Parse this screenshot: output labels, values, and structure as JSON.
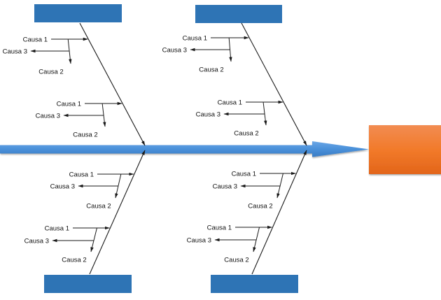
{
  "diagram": {
    "type": "fishbone",
    "colors": {
      "category_box": "#2e74b5",
      "spine": "#4a90d9",
      "effect_box_top": "#f28a4a",
      "effect_box_bottom": "#e8681c",
      "lines": "#1a1a1a"
    },
    "effect": {
      "label": ""
    },
    "categories": [
      {
        "id": "top-left",
        "label": "",
        "groups": [
          {
            "cause1": "Causa 1",
            "cause2": "Causa 2",
            "cause3": "Causa 3"
          },
          {
            "cause1": "Causa 1",
            "cause2": "Causa 2",
            "cause3": "Causa 3"
          }
        ]
      },
      {
        "id": "top-right",
        "label": "",
        "groups": [
          {
            "cause1": "Causa 1",
            "cause2": "Causa 2",
            "cause3": "Causa 3"
          },
          {
            "cause1": "Causa 1",
            "cause2": "Causa 2",
            "cause3": "Causa 3"
          }
        ]
      },
      {
        "id": "bottom-left",
        "label": "",
        "groups": [
          {
            "cause1": "Causa 1",
            "cause2": "Causa 2",
            "cause3": "Causa 3"
          },
          {
            "cause1": "Causa 1",
            "cause2": "Causa 2",
            "cause3": "Causa 3"
          }
        ]
      },
      {
        "id": "bottom-right",
        "label": "",
        "groups": [
          {
            "cause1": "Causa 1",
            "cause2": "Causa 2",
            "cause3": "Causa 3"
          },
          {
            "cause1": "Causa 1",
            "cause2": "Causa 2",
            "cause3": "Causa 3"
          }
        ]
      }
    ]
  }
}
